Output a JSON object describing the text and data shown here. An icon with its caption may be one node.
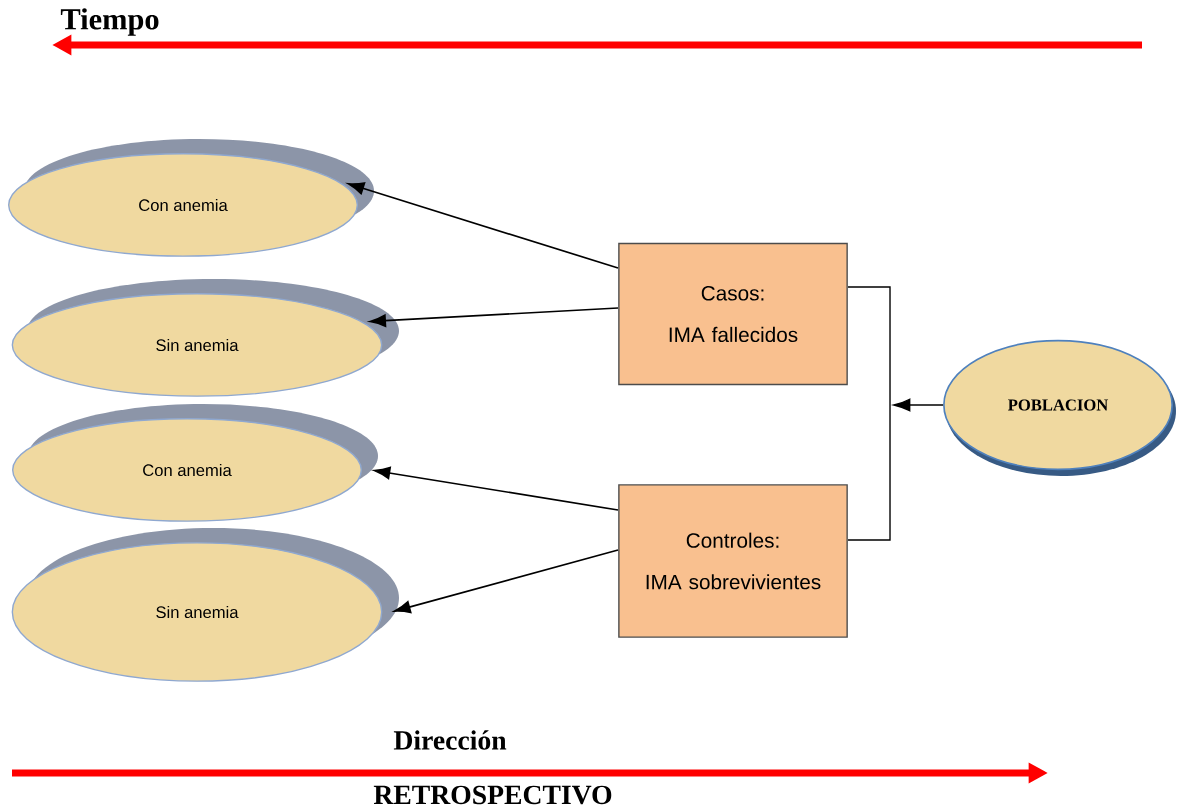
{
  "diagram": {
    "nodes": [
      {
        "text": [
          "Con anemia"
        ]
      },
      {
        "text": [
          "Sin anemia"
        ]
      },
      {
        "text": [
          "Con anemia"
        ]
      },
      {
        "text": [
          "Sin anemia"
        ]
      },
      {
        "text": [
          "Casos:",
          "IMA fallecidos"
        ]
      },
      {
        "text": [
          "Controles:",
          "IMA sobrevivientes"
        ]
      },
      {
        "text": [
          "POBLACION"
        ]
      }
    ],
    "edges": [
      {
        "from": 4,
        "to": 0,
        "arrow": "to"
      },
      {
        "from": 4,
        "to": 1,
        "arrow": "to"
      },
      {
        "from": 5,
        "to": 2,
        "arrow": "to"
      },
      {
        "from": 5,
        "to": 3,
        "arrow": "to"
      },
      {
        "from": 4,
        "to": 5,
        "arrow": "none"
      },
      {
        "from": 6,
        "to": null,
        "arrow": "to"
      }
    ],
    "labels": [
      "Tiempo",
      "Dirección",
      "RETROSPECTIVO"
    ]
  }
}
